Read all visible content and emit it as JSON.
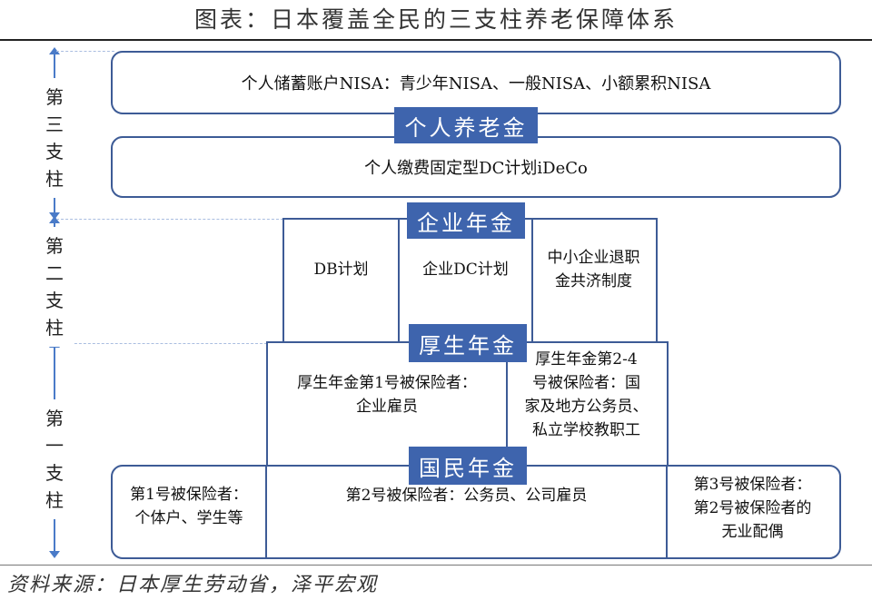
{
  "title": "图表：日本覆盖全民的三支柱养老保障体系",
  "source": "资料来源：日本厚生劳动省，泽平宏观",
  "colors": {
    "band": "#3e64ad",
    "border": "#3d5b96",
    "axis": "#4a7bc8"
  },
  "pillars": {
    "third": [
      "第",
      "三",
      "支",
      "柱"
    ],
    "second": [
      "第",
      "二",
      "支",
      "柱"
    ],
    "first": [
      "第",
      "一",
      "支",
      "柱"
    ]
  },
  "personal": {
    "nisa": "个人储蓄账户NISA：青少年NISA、一般NISA、小额累积NISA",
    "band": "个人养老金",
    "ideco": "个人缴费固定型DC计划iDeCo"
  },
  "corporate": {
    "band": "企业年金",
    "db": "DB计划",
    "dc": "企业DC计划",
    "sme_lines": [
      "中小企业退职",
      "金共济制度"
    ]
  },
  "employees": {
    "band": "厚生年金",
    "type1_lines": [
      "厚生年金第1号被保险者：",
      "企业雇员"
    ],
    "type2_4_lines": [
      "厚生年金第2-4",
      "号被保险者：国",
      "家及地方公务员、",
      "私立学校教职工"
    ]
  },
  "national": {
    "band": "国民年金",
    "type1_lines": [
      "第1号被保险者：",
      "个体户、学生等"
    ],
    "type2": "第2号被保险者：公务员、公司雇员",
    "type3_lines": [
      "第3号被保险者：",
      "第2号被保险者的",
      "无业配偶"
    ]
  }
}
